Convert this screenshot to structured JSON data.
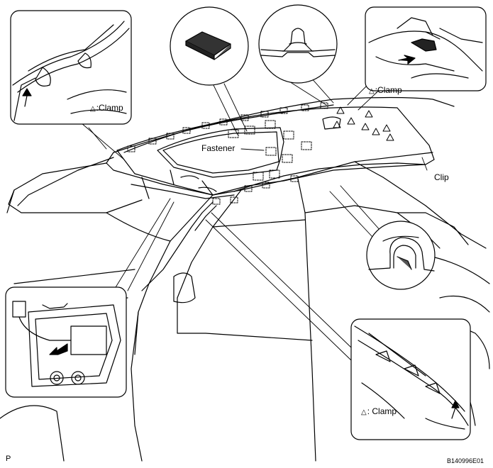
{
  "labels": {
    "clamp_top_right": {
      "symbol": "△",
      "text": ":Clamp"
    },
    "clamp_top_left": {
      "symbol": "△",
      "text": ":Clamp"
    },
    "clamp_bottom_right": {
      "symbol": "△",
      "text": ": Clamp"
    },
    "fastener": "Fastener",
    "clip": "Clip"
  },
  "page_marker": "P",
  "figure_code": "B140996E01"
}
